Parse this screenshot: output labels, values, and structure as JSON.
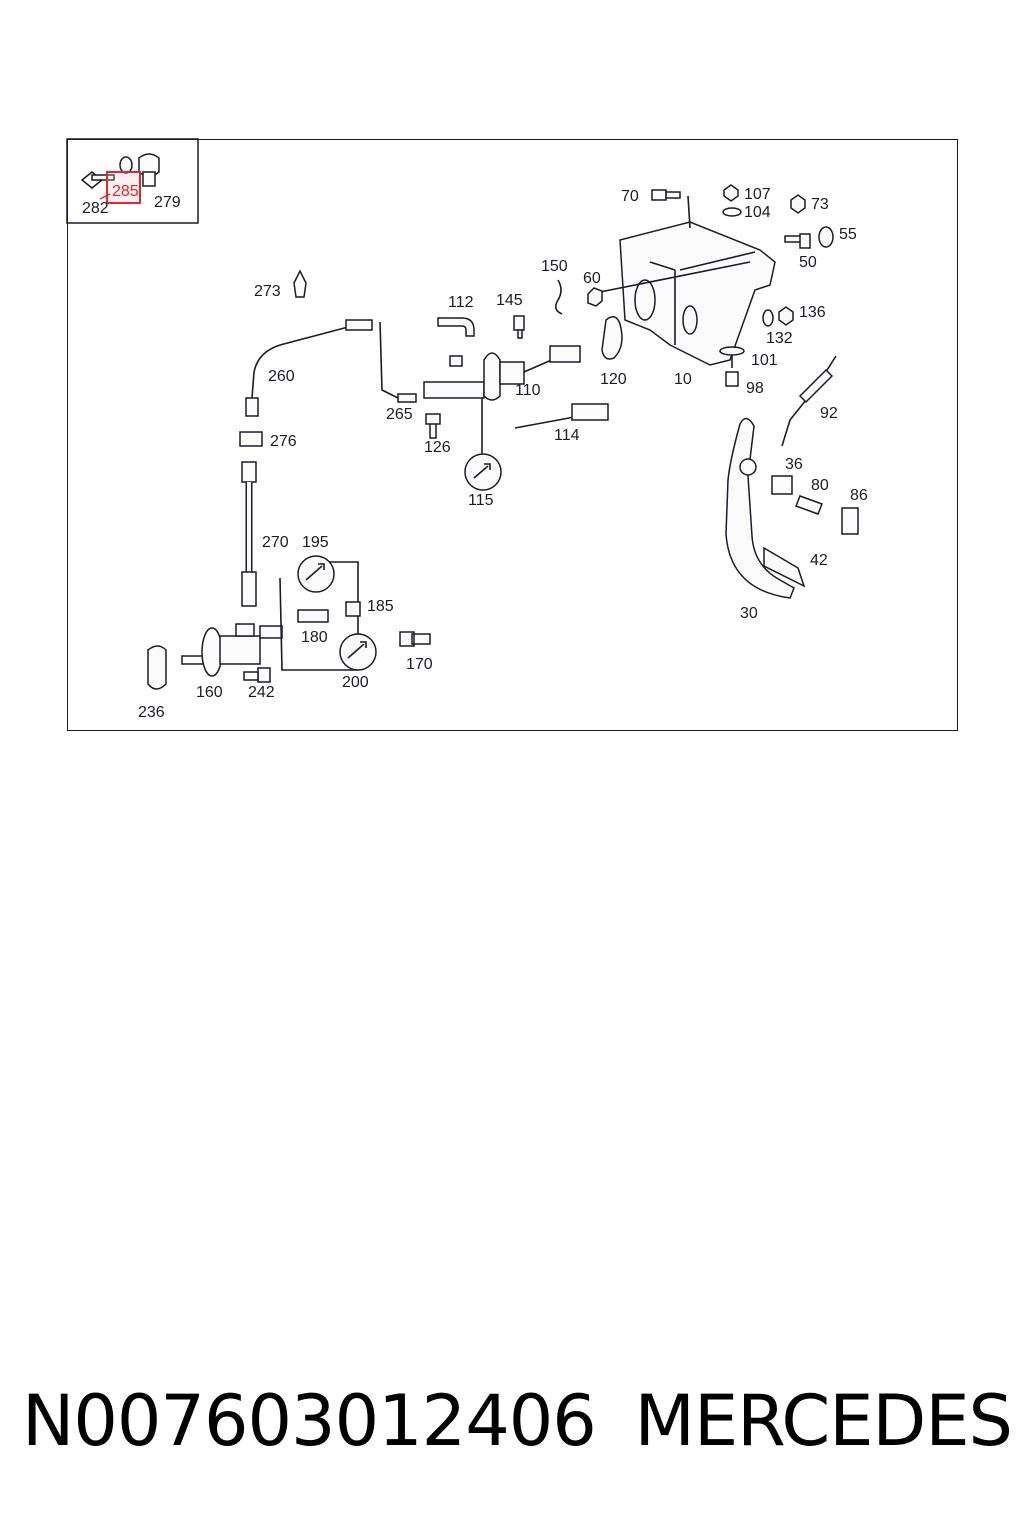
{
  "diagram": {
    "callouts": {
      "p282": "282",
      "p285": "285",
      "p279": "279",
      "p70": "70",
      "p107": "107",
      "p104": "104",
      "p73": "73",
      "p55": "55",
      "p50": "50",
      "p150": "150",
      "p60": "60",
      "p112": "112",
      "p145": "145",
      "p273": "273",
      "p136": "136",
      "p132": "132",
      "p101": "101",
      "p98": "98",
      "p120": "120",
      "p10": "10",
      "p260": "260",
      "p265": "265",
      "p110": "110",
      "p92": "92",
      "p276": "276",
      "p126": "126",
      "p114": "114",
      "p36": "36",
      "p80": "80",
      "p86": "86",
      "p115": "115",
      "p270": "270",
      "p195": "195",
      "p185": "185",
      "p180": "180",
      "p42": "42",
      "p30": "30",
      "p170": "170",
      "p160": "160",
      "p242": "242",
      "p200": "200",
      "p236": "236"
    },
    "highlighted_part": "285",
    "highlight_color": "#e0262e"
  },
  "footer": {
    "part_number": "N007603012406",
    "brand": "MERCEDES"
  }
}
